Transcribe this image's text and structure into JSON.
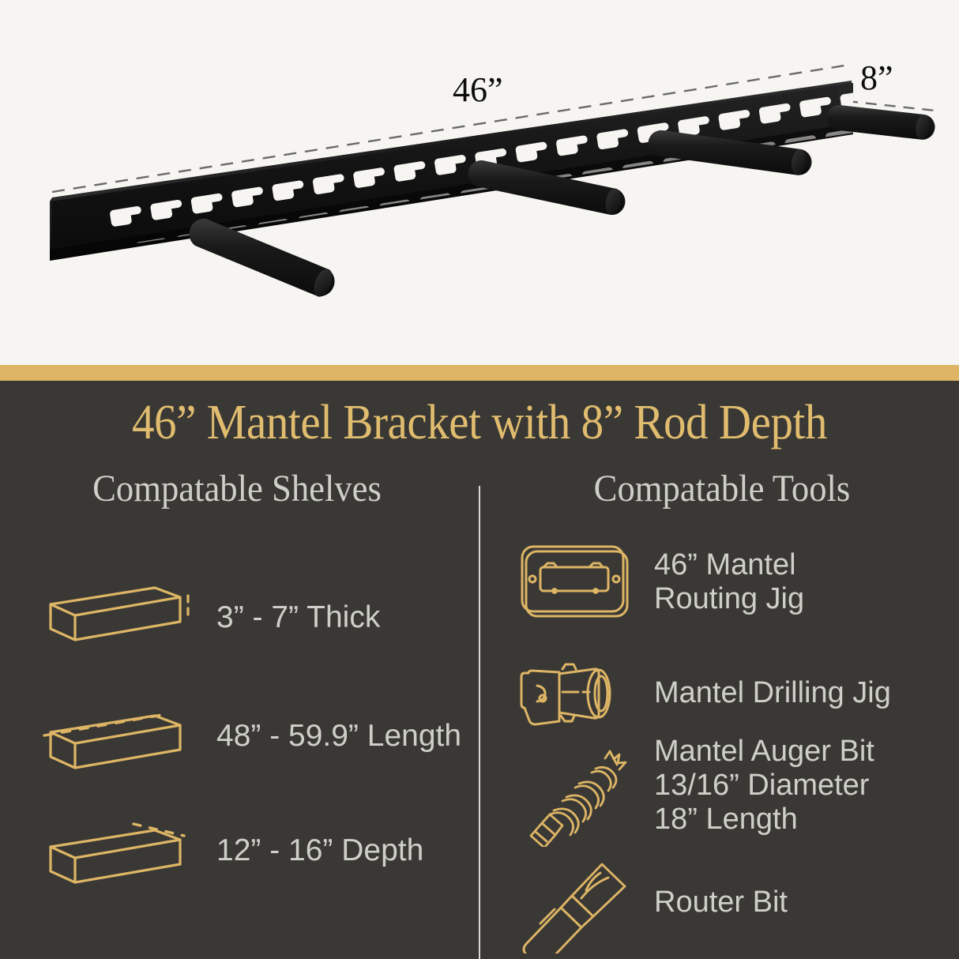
{
  "product_photo": {
    "alt": "black steel mantel bracket with keyhole slots and three support rods",
    "dimension_length": "46”",
    "dimension_depth": "8”",
    "background_color": "#F6F5F1",
    "bracket_color": "#111111"
  },
  "divider": {
    "color": "#DDB565"
  },
  "panel": {
    "background_color": "#3A3835",
    "title": "46” Mantel Bracket with 8” Rod Depth",
    "title_color": "#E0BC6E",
    "text_color": "#CFCFC9",
    "accent_color": "#DDB565"
  },
  "columns": [
    {
      "heading": "Compatable Shelves",
      "items": [
        {
          "icon": "shelf-thickness-icon",
          "label": "3” - 7” Thick"
        },
        {
          "icon": "shelf-length-icon",
          "label": "48” - 59.9” Length"
        },
        {
          "icon": "shelf-depth-icon",
          "label": "12” - 16” Depth"
        }
      ]
    },
    {
      "heading": "Compatable Tools",
      "items": [
        {
          "icon": "routing-jig-icon",
          "label": "46” Mantel\nRouting Jig"
        },
        {
          "icon": "drilling-jig-icon",
          "label": "Mantel Drilling Jig"
        },
        {
          "icon": "auger-bit-icon",
          "label": "Mantel Auger Bit\n13/16” Diameter\n18” Length"
        },
        {
          "icon": "router-bit-icon",
          "label": "Router Bit"
        }
      ]
    }
  ]
}
